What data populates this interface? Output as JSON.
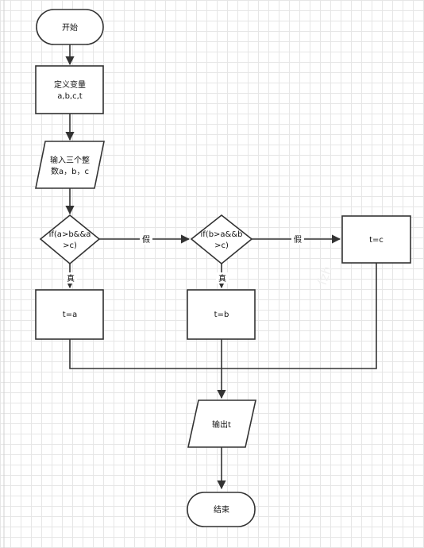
{
  "flowchart": {
    "start": "开始",
    "define": [
      "定义变量",
      "a,b,c,t"
    ],
    "input": [
      "输入三个整",
      "数a，b，c"
    ],
    "cond1": [
      "if(a>b&&a",
      ">c)"
    ],
    "cond2": [
      "if(b>a&&b",
      ">c)"
    ],
    "assign_a": "t=a",
    "assign_b": "t=b",
    "assign_c": "t=c",
    "output": "输出t",
    "end": "结束",
    "true_label": "真",
    "false_label": "假"
  },
  "watermark": "fzh"
}
